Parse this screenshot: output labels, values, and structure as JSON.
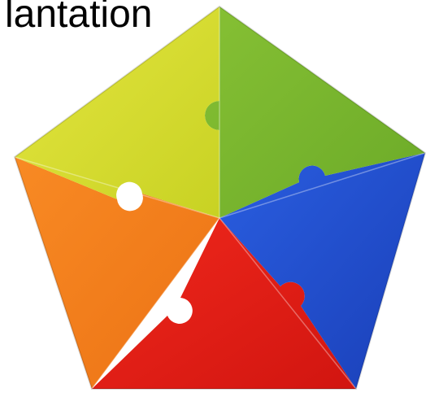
{
  "title": "lantation",
  "colors": {
    "yellow": "#D4DB2C",
    "green": "#7DBA2F",
    "blue": "#1F4FD0",
    "red": "#E31E14",
    "orange": "#F47F1C",
    "background": "#ffffff"
  },
  "pieces": [
    {
      "name": "yellow-piece",
      "color": "yellow"
    },
    {
      "name": "green-piece",
      "color": "green"
    },
    {
      "name": "blue-piece",
      "color": "blue"
    },
    {
      "name": "red-piece",
      "color": "red"
    },
    {
      "name": "orange-piece",
      "color": "orange"
    }
  ]
}
